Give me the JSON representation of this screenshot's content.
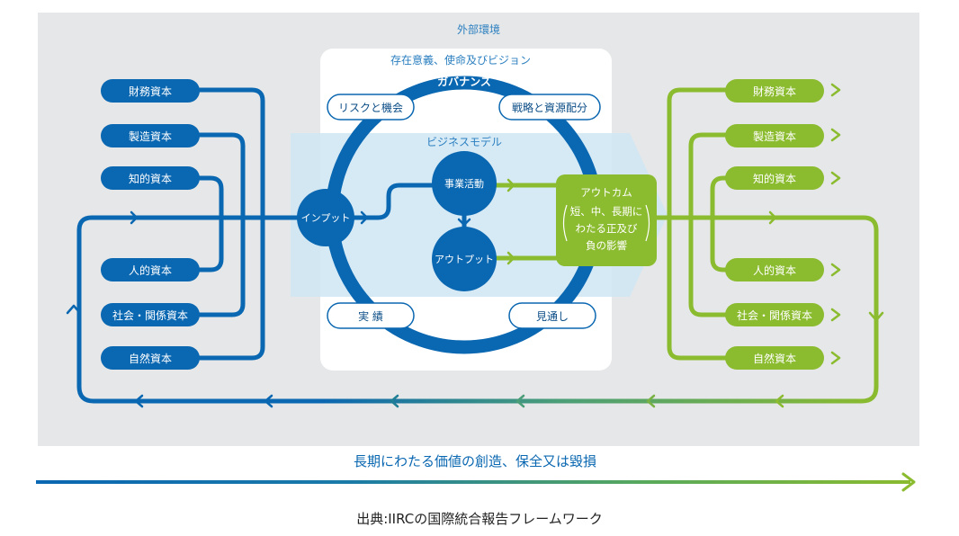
{
  "header": {
    "external_environment": "外部環境"
  },
  "organization": {
    "purpose_label": "存在意義、使命及びビジョン",
    "governance_label": "ガバナンス",
    "risks_label": "リスクと機会",
    "strategy_label": "戦略と資源配分",
    "business_model_label": "ビジネスモデル",
    "inputs_label": "インプット",
    "business_activities_label": "事業活動",
    "outputs_label": "アウトプット",
    "performance_label": "実 績",
    "outlook_label": "見通し"
  },
  "outcome": {
    "lines": [
      "アウトカム",
      "短、中、長期に",
      "わたる正及び",
      "負の影響"
    ]
  },
  "capitals_in": [
    "財務資本",
    "製造資本",
    "知的資本",
    "人的資本",
    "社会・関係資本",
    "自然資本"
  ],
  "capitals_out": [
    "財務資本",
    "製造資本",
    "知的資本",
    "人的資本",
    "社会・関係資本",
    "自然資本"
  ],
  "value_creation_label": "長期にわたる価値の創造、保全又は毀損",
  "source_caption": "出典:IIRCの国際統合報告フレームワーク",
  "colors": {
    "blue": "#0a67b1",
    "green": "#8bbb2e",
    "background": "#e6e7e8",
    "band": "#cfe6f5",
    "label_blue": "#2b7fc0"
  }
}
